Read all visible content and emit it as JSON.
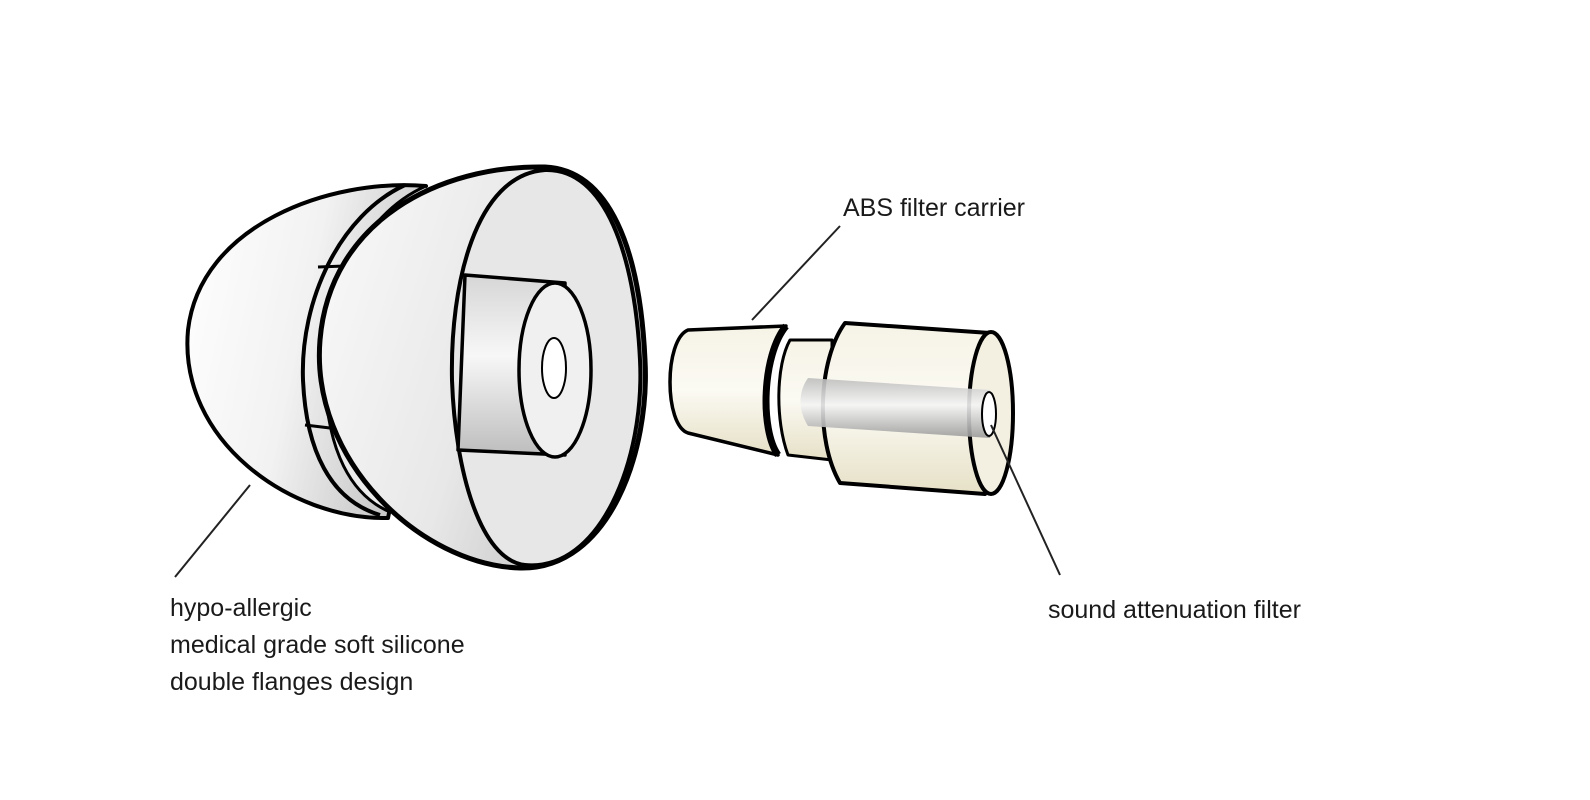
{
  "labels": {
    "abs_filter_carrier": "ABS filter carrier",
    "sound_attenuation_filter": "sound attenuation filter",
    "silicone_line1": "hypo-allergic",
    "silicone_line2": "medical grade soft silicone",
    "silicone_line3": "double flanges design"
  },
  "colors": {
    "outline": "#000000",
    "silicone_tip": "#e6e6e6",
    "filter_carrier": "#efebd6",
    "filter": "#c8c8c8",
    "text": "#1a1a1a"
  }
}
